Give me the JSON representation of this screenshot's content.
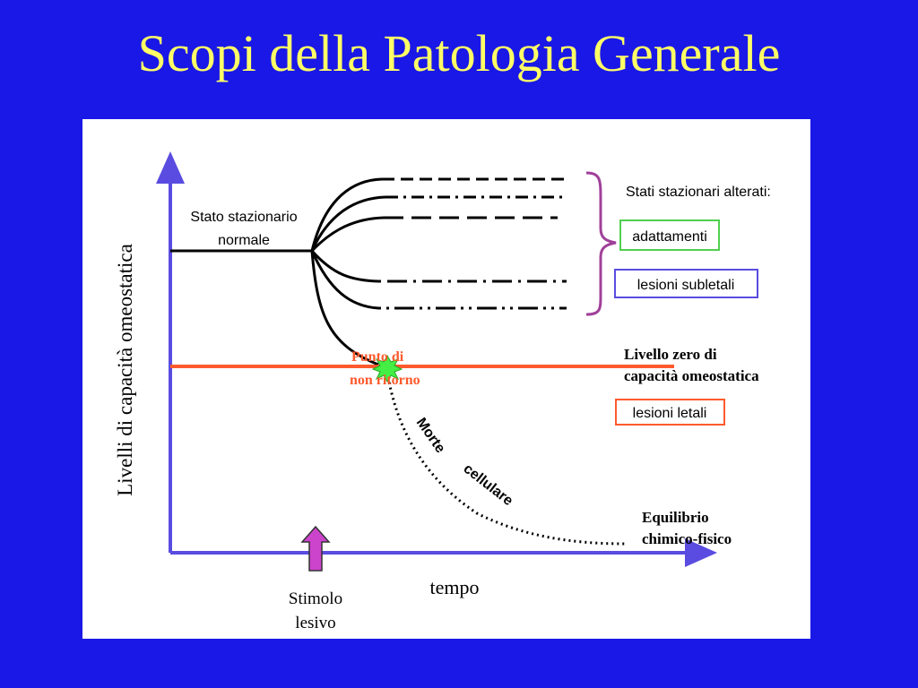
{
  "slide": {
    "title": "Scopi della Patologia Generale"
  },
  "diagram": {
    "y_axis_label": "Livelli di capacità omeostatica",
    "x_axis_label": "tempo",
    "normal_state_line1": "Stato stazionario",
    "normal_state_line2": "normale",
    "altered_states_heading": "Stati stazionari alterati:",
    "box_adaptations": "adattamenti",
    "box_sublethal": "lesioni subletali",
    "zero_level_line1": "Livello zero di",
    "zero_level_line2": "capacità omeostatica",
    "box_lethal": "lesioni letali",
    "point_of_no_return_line1": "Punto di",
    "point_of_no_return_line2": "non ritorno",
    "cell_death_word1": "Morte",
    "cell_death_word2": "cellulare",
    "equilibrium_line1": "Equilibrio",
    "equilibrium_line2": "chimico-fisico",
    "stimulus_line1": "Stimolo",
    "stimulus_line2": "lesivo"
  },
  "colors": {
    "background": "#1a18e6",
    "title": "#ffff66",
    "axis": "#5a4ce0",
    "zero_line": "#ff5a2d",
    "brace": "#a0409a",
    "box_adaptations": "#4fd04f",
    "box_sublethal": "#5a4ce0",
    "box_lethal": "#ff5a2d",
    "star": "#44ee44",
    "stimulus_arrow": "#cc44cc"
  }
}
